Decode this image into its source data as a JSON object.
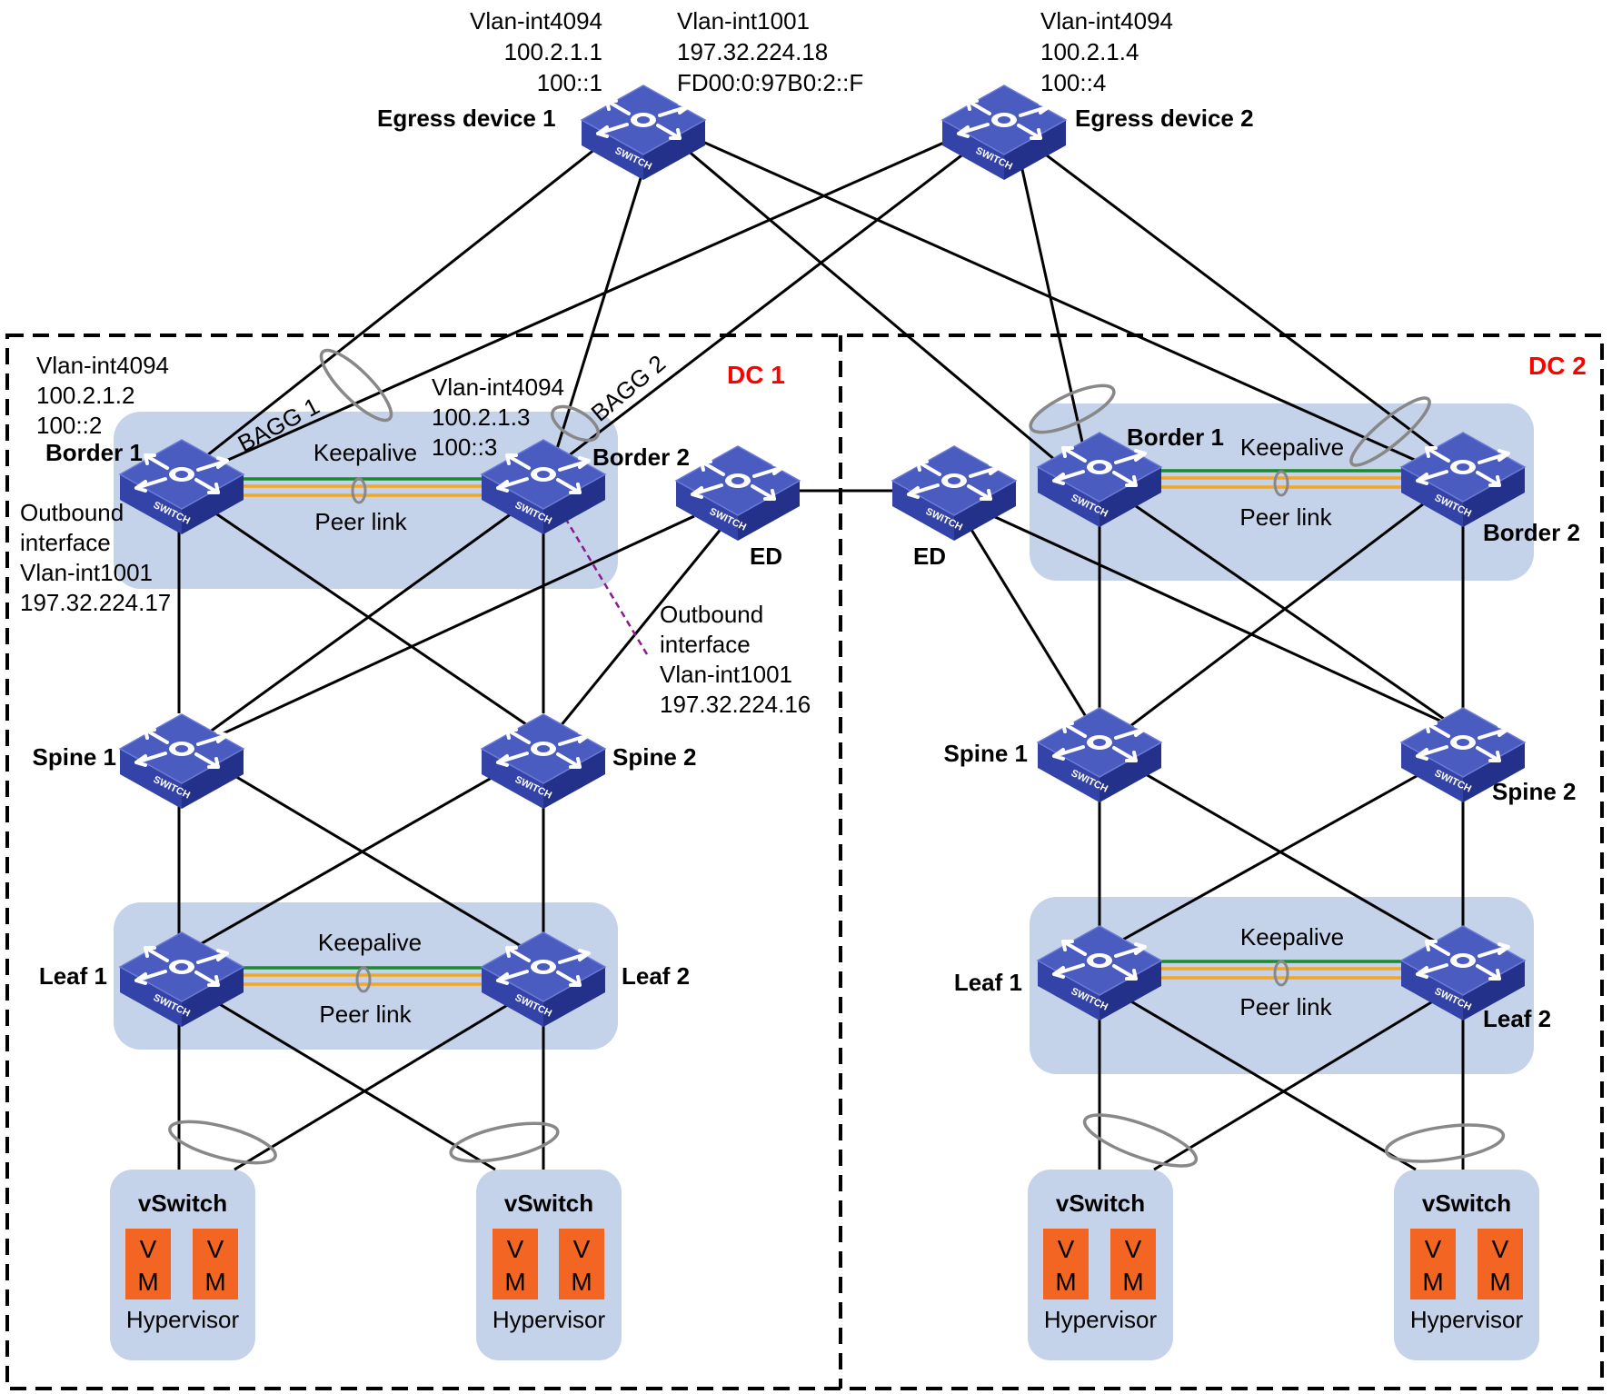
{
  "colors": {
    "zone": "#c5d3ea",
    "vm": "#f26522",
    "dc_label": "#ff0000",
    "keepalive": "#1a8a2a",
    "peer_link": "#f5a623",
    "switch_top": "#4a5cc0",
    "switch_side": "#2a3690",
    "annotation_line": "#8b1a8b"
  },
  "icon": {
    "switch_label": "SWITCH"
  },
  "egress1": {
    "name": "Egress device 1",
    "addr_a": [
      "Vlan-int4094",
      "100.2.1.1",
      "100::1"
    ],
    "addr_b": [
      "Vlan-int1001",
      "197.32.224.18",
      "FD00:0:97B0:2::F"
    ]
  },
  "egress2": {
    "name": "Egress device 2",
    "addr": [
      "Vlan-int4094",
      "100.2.1.4",
      "100::4"
    ]
  },
  "dc1": {
    "title": "DC 1",
    "border1": "Border 1",
    "border2": "Border 2",
    "border1_addr": [
      "Vlan-int4094",
      "100.2.1.2",
      "100::2"
    ],
    "border1_out": [
      "Outbound",
      "interface",
      "Vlan-int1001",
      "197.32.224.17"
    ],
    "border2_addr": [
      "Vlan-int4094",
      "100.2.1.3",
      "100::3"
    ],
    "border2_out": [
      "Outbound",
      "interface",
      "Vlan-int1001",
      "197.32.224.16"
    ],
    "bagg1": "BAGG 1",
    "bagg2": "BAGG 2",
    "ed": "ED",
    "spine1": "Spine 1",
    "spine2": "Spine 2",
    "leaf1": "Leaf 1",
    "leaf2": "Leaf 2",
    "keepalive_top": "Keepalive",
    "peer_top": "Peer link",
    "keepalive_bot": "Keepalive",
    "peer_bot": "Peer link"
  },
  "dc2": {
    "title": "DC 2",
    "border1": "Border 1",
    "border2": "Border 2",
    "ed": "ED",
    "spine1": "Spine 1",
    "spine2": "Spine 2",
    "leaf1": "Leaf 1",
    "leaf2": "Leaf 2",
    "keepalive_top": "Keepalive",
    "peer_top": "Peer link",
    "keepalive_bot": "Keepalive",
    "peer_bot": "Peer link"
  },
  "host": {
    "vswitch": "vSwitch",
    "hypervisor": "Hypervisor",
    "vm_top": "V",
    "vm_bottom": "M"
  }
}
